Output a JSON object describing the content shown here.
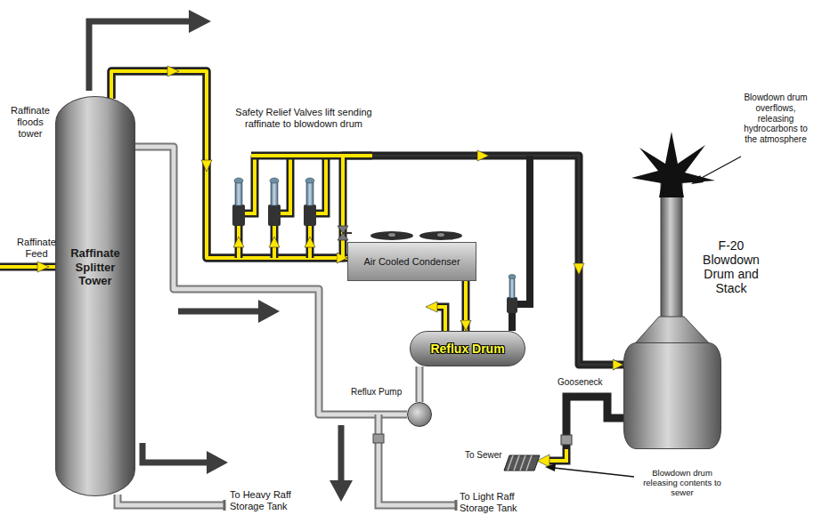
{
  "diagram": {
    "nodes": [
      {
        "text": [
          "Raffinate Splitter Tower"
        ]
      },
      {
        "text": [
          "Air Cooled Condenser"
        ]
      },
      {
        "text": [
          "Reflux Drum"
        ]
      },
      {
        "text": [
          "Reflux Pump"
        ]
      },
      {
        "text": [
          "F-20 Blowdown Drum and Stack"
        ]
      }
    ],
    "edges": [
      {
        "from": 0,
        "to": 1,
        "arrow": "to"
      },
      {
        "from": 1,
        "to": 2,
        "arrow": "to"
      },
      {
        "from": 2,
        "to": 3,
        "arrow": "none"
      },
      {
        "from": 3,
        "to": 0,
        "arrow": "none"
      },
      {
        "from": 0,
        "to": 4,
        "arrow": "to"
      }
    ],
    "labels": [
      "Raffinate floods tower",
      "Raffinate Feed",
      "Safety Relief Valves lift sending raffinate to blowdown drum",
      "Blowdown drum overflows, releasing hydrocarbons to the atmosphere",
      "Gooseneck",
      "To Sewer",
      "Blowdown drum releasing contents to sewer",
      "To Heavy Raff Storage Tank",
      "To Light Raff Storage Tank"
    ]
  }
}
